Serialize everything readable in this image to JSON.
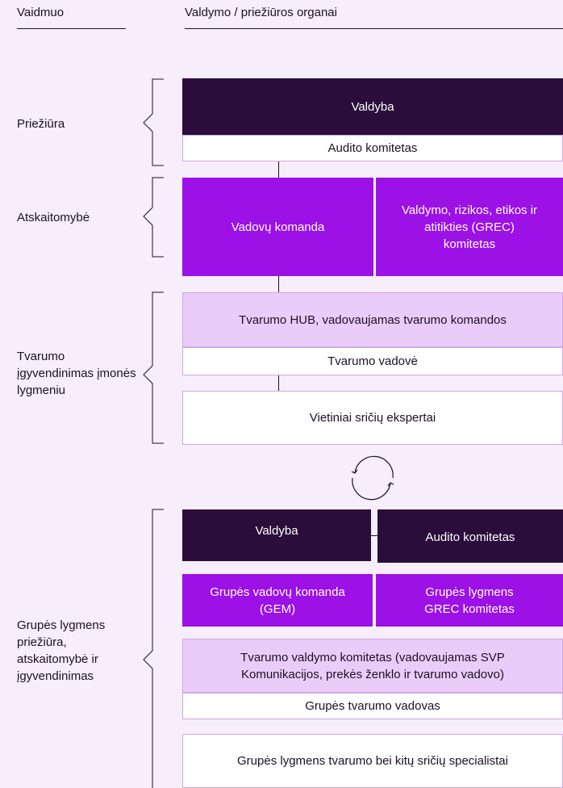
{
  "header": {
    "role_col": "Vaidmuo",
    "body_col": "Valdymo / priežiūros organai"
  },
  "roles": {
    "oversight": "Priežiūra",
    "accountability": "Atskaitomybė",
    "implementation": "Tvarumo įgyvendinimas įmonės lygmeniu",
    "group": "Grupės lygmens priežiūra, atskaitomybė ir įgyvendinimas"
  },
  "company": {
    "board": "Valdyba",
    "audit_committee": "Audito komitetas",
    "management_team": "Vadovų komanda",
    "grec_committee": "Valdymo, rizikos, etikos ir atitikties (GREC) komitetas",
    "sustainability_hub": "Tvarumo HUB, vadovaujamas tvarumo komandos",
    "sustainability_head": "Tvarumo vadovė",
    "local_experts": "Vietiniai sričių ekspertai"
  },
  "group": {
    "board": "Valdyba",
    "audit_committee": "Audito komitetas",
    "gem": "Grupės vadovų komanda (GEM)",
    "grec": "Grupės lygmens GREC komitetas",
    "sustainability_committee": "Tvarumo valdymo komitetas (vadovaujamas SVP Komunikacijos, prekės ženklo ir tvarumo vadovo)",
    "sustainability_head": "Grupės tvarumo vadovas",
    "specialists": "Grupės lygmens tvarumo bei kitų sričių specialistai"
  },
  "colors": {
    "dark": "#2b0d3b",
    "purple": "#9b11e6",
    "lavender": "#e9ccf8",
    "background": "#f6eefb"
  },
  "icons": {
    "cycle": "cycle-arrows-icon"
  }
}
